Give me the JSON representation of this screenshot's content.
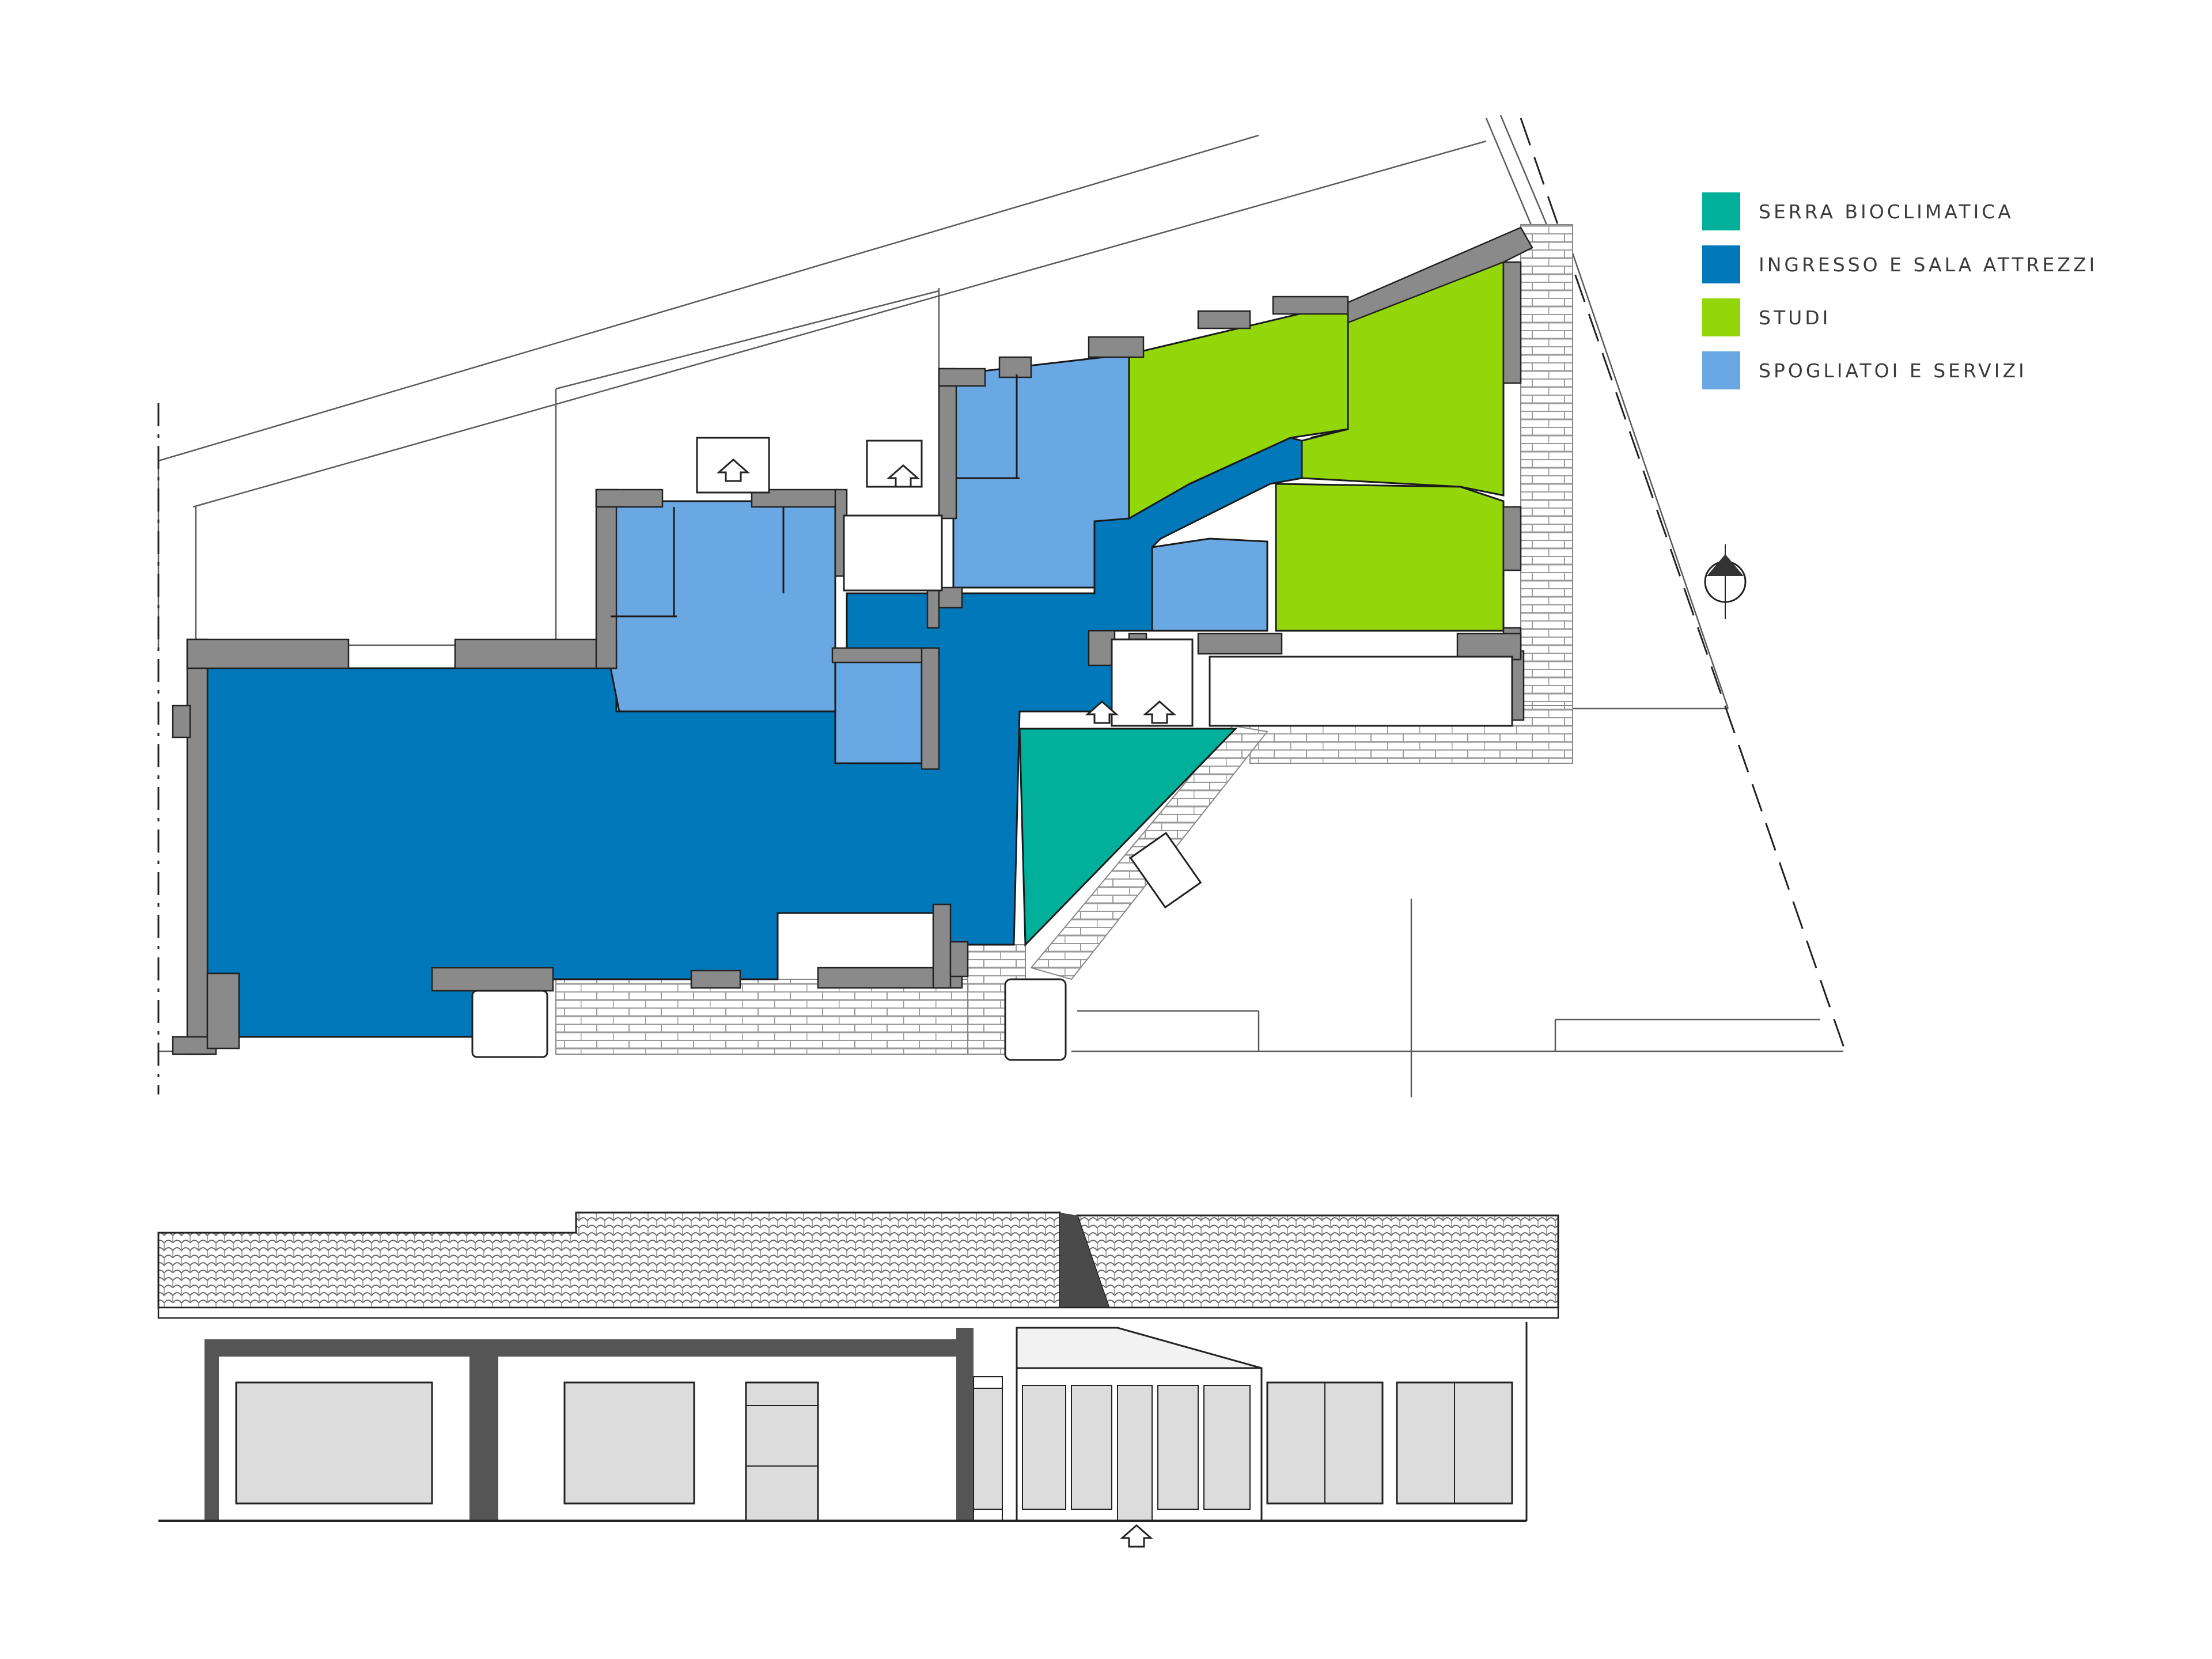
{
  "colors": {
    "serra": "#00b09a",
    "ingresso": "#0078ba",
    "studi": "#93d60a",
    "spogliatoi": "#6aa8e4",
    "wall": "#8a8a8a",
    "wall_dark": "#4a4a4a",
    "line": "#333333",
    "glass": "#dcdcdc"
  },
  "legend": {
    "items": [
      {
        "label": "SERRA BIOCLIMATICA",
        "color": "#00b09a"
      },
      {
        "label": "INGRESSO E SALA ATTREZZI",
        "color": "#0078ba"
      },
      {
        "label": "STUDI",
        "color": "#93d60a"
      },
      {
        "label": "SPOGLIATOI E SERVIZI",
        "color": "#6aa8e4"
      }
    ]
  }
}
